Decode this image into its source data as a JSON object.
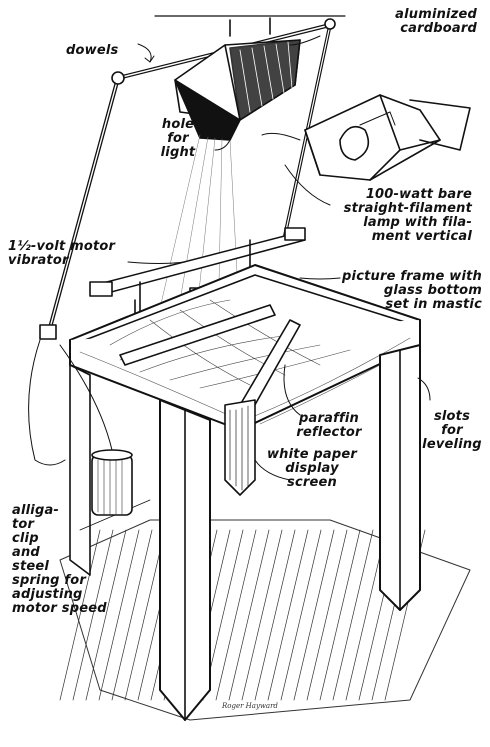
{
  "labels": {
    "dowels": "dowels",
    "aluminized_cardboard": "aluminized\ncardboard",
    "hole_for_light": "hole\nfor\nlight",
    "lamp": "100-watt bare\nstraight-filament\nlamp with fila-\nment vertical",
    "motor_vibrator": "1½-volt motor\nvibrator",
    "picture_frame": "picture frame with\nglass bottom\nset in mastic",
    "paraffin_reflector": "paraffin\nreflector",
    "slots": "slots\nfor\nleveling",
    "display_screen": "white paper\ndisplay\nscreen",
    "alligator": "alliga-\ntor\nclip\nand\nsteel\nspring for\nadjusting\nmotor speed"
  },
  "signature": "Roger Hayward",
  "colors": {
    "ink": "#111111",
    "paper": "#ffffff"
  }
}
